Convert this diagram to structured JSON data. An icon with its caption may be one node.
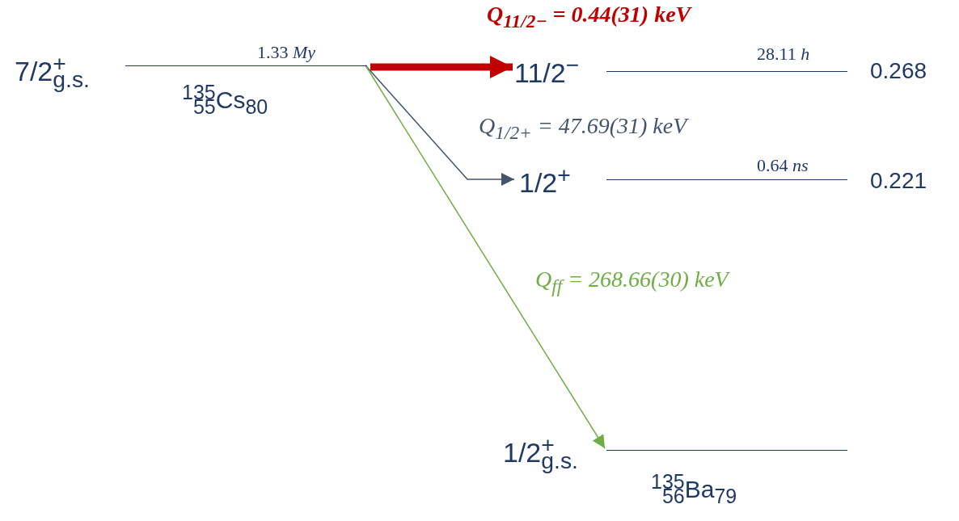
{
  "diagram": {
    "nodes": [
      {
        "text": [
          "7/2$^{+}$$_{g.s.}$",
          "1.33 *My*"
        ]
      },
      {
        "text": [
          "11/2$^{−}$",
          "28.11 *h*"
        ],
        "beside": [
          "0.268"
        ]
      },
      {
        "text": [
          "1/2$^{+}$",
          "0.64 *ns*"
        ],
        "beside": [
          "0.221"
        ]
      },
      {
        "text": [
          "1/2$^{+}$$_{g.s.}$"
        ]
      }
    ],
    "edges": [
      {
        "from": 0,
        "to": 1,
        "arrow": "to",
        "label": "Q$_{11/2−}$ = 0.44(31) keV",
        "style": "thick",
        "color": "#c00000"
      },
      {
        "from": 0,
        "to": 2,
        "arrow": "to",
        "label": "Q$_{1/2+}$ = 47.69(31) keV",
        "color": "#44546a"
      },
      {
        "from": 0,
        "to": 3,
        "arrow": "to",
        "label": "Q$_{ff}$ = 268.66(30) keV",
        "color": "#70ad47"
      }
    ],
    "labels": [
      "$^{135}$$_{55}$Cs$_{80}$",
      "$^{135}$$_{56}$Ba$_{79}$"
    ]
  }
}
